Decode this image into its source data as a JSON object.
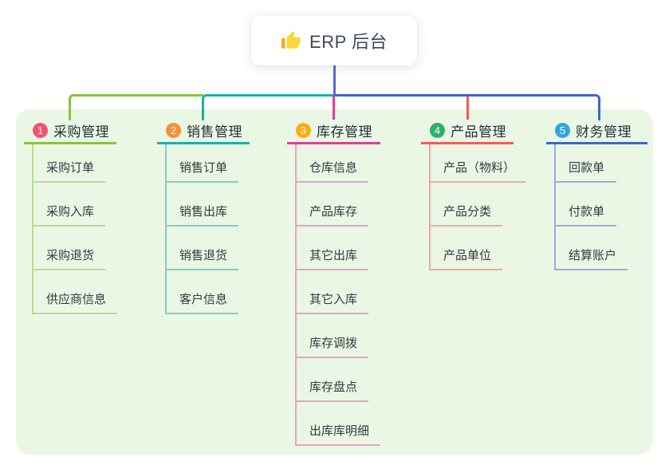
{
  "root": {
    "title": "ERP 后台",
    "icon": "thumbs-up-icon"
  },
  "canvas": {
    "page_bg": "#ffffff",
    "panel_bg": "#eaf7e4"
  },
  "connector": {
    "trunk_color": "#5b68c4"
  },
  "branches": [
    {
      "num": "1",
      "label": "采购管理",
      "badge_color": "#f4526e",
      "line_color": "#86c440",
      "child_line_color": "#b9dc90",
      "children": [
        "采购订单",
        "采购入库",
        "采购退货",
        "供应商信息"
      ]
    },
    {
      "num": "2",
      "label": "销售管理",
      "badge_color": "#f78f3d",
      "line_color": "#18b2a8",
      "child_line_color": "#7fd0c8",
      "children": [
        "销售订单",
        "销售出库",
        "销售退货",
        "客户信息"
      ]
    },
    {
      "num": "3",
      "label": "库存管理",
      "badge_color": "#fbac14",
      "line_color": "#e23e94",
      "child_line_color": "#f29cc8",
      "children": [
        "仓库信息",
        "产品库存",
        "其它出库",
        "其它入库",
        "库存调拨",
        "库存盘点",
        "出库库明细"
      ]
    },
    {
      "num": "4",
      "label": "产品管理",
      "badge_color": "#2cb268",
      "line_color": "#f85a57",
      "child_line_color": "#fba3a0",
      "children": [
        "产品（物料）",
        "产品分类",
        "产品单位"
      ]
    },
    {
      "num": "5",
      "label": "财务管理",
      "badge_color": "#2ea7dd",
      "line_color": "#3d65cd",
      "child_line_color": "#97abe8",
      "children": [
        "回款单",
        "付款单",
        "结算账户"
      ]
    }
  ]
}
